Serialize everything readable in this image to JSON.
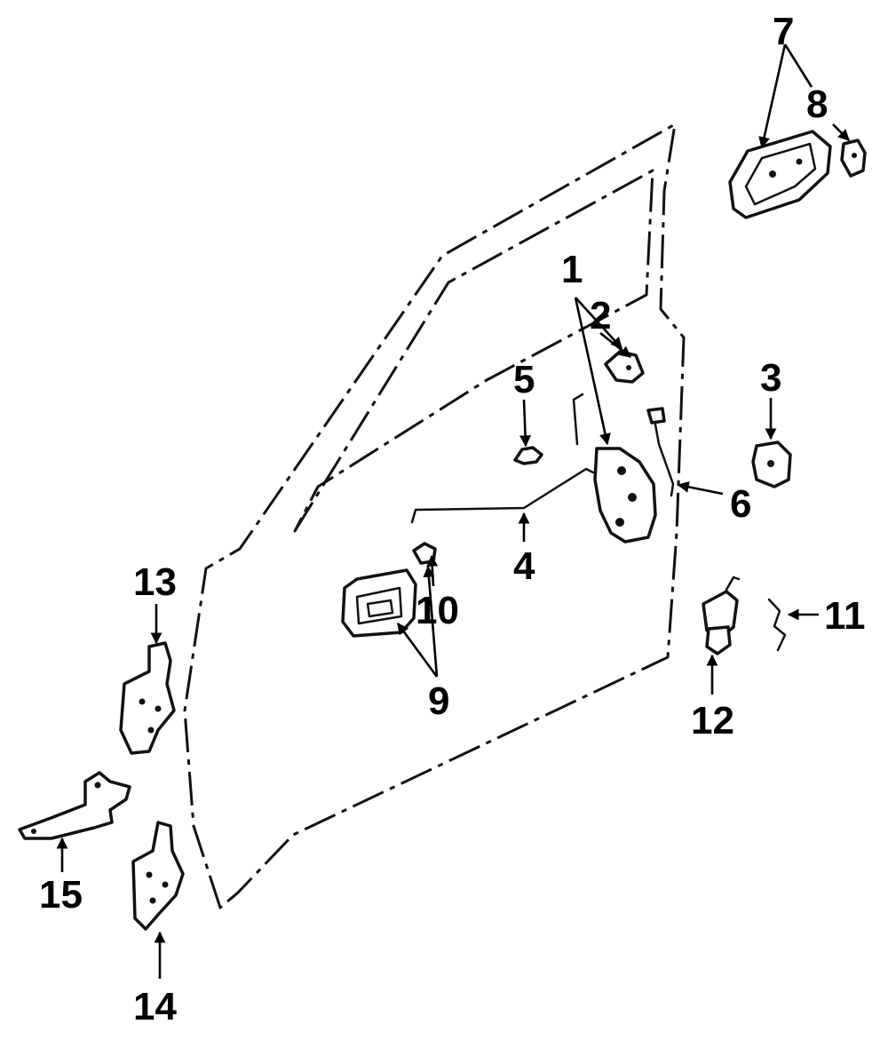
{
  "diagram": {
    "callouts": [
      {
        "id": "c1",
        "label": "1"
      },
      {
        "id": "c2",
        "label": "2"
      },
      {
        "id": "c3",
        "label": "3"
      },
      {
        "id": "c4",
        "label": "4"
      },
      {
        "id": "c5",
        "label": "5"
      },
      {
        "id": "c6",
        "label": "6"
      },
      {
        "id": "c7",
        "label": "7"
      },
      {
        "id": "c8",
        "label": "8"
      },
      {
        "id": "c9",
        "label": "9"
      },
      {
        "id": "c10",
        "label": "10"
      },
      {
        "id": "c11",
        "label": "11"
      },
      {
        "id": "c12",
        "label": "12"
      },
      {
        "id": "c13",
        "label": "13"
      },
      {
        "id": "c14",
        "label": "14"
      },
      {
        "id": "c15",
        "label": "15"
      }
    ],
    "colors": {
      "ink": "#000000",
      "background": "#ffffff"
    }
  }
}
